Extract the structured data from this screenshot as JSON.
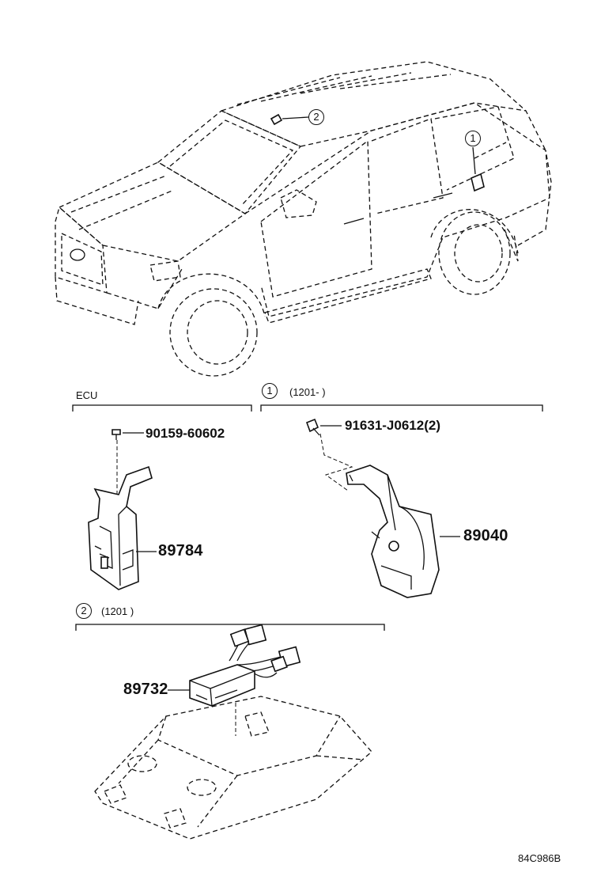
{
  "vehicle": {
    "callout_1": "1",
    "callout_2": "2"
  },
  "sections": {
    "ecu": {
      "title": "ECU",
      "parts": [
        {
          "number": "90159-60602"
        },
        {
          "number": "89784"
        }
      ]
    },
    "group_1": {
      "callout": "1",
      "date_range": "(1201-      )",
      "parts": [
        {
          "number": "91631-J0612(2)"
        },
        {
          "number": "89040"
        }
      ]
    },
    "group_2": {
      "callout": "2",
      "date_range": "(1201      )",
      "parts": [
        {
          "number": "89732"
        }
      ]
    }
  },
  "footer": {
    "diagram_code": "84C986B"
  }
}
